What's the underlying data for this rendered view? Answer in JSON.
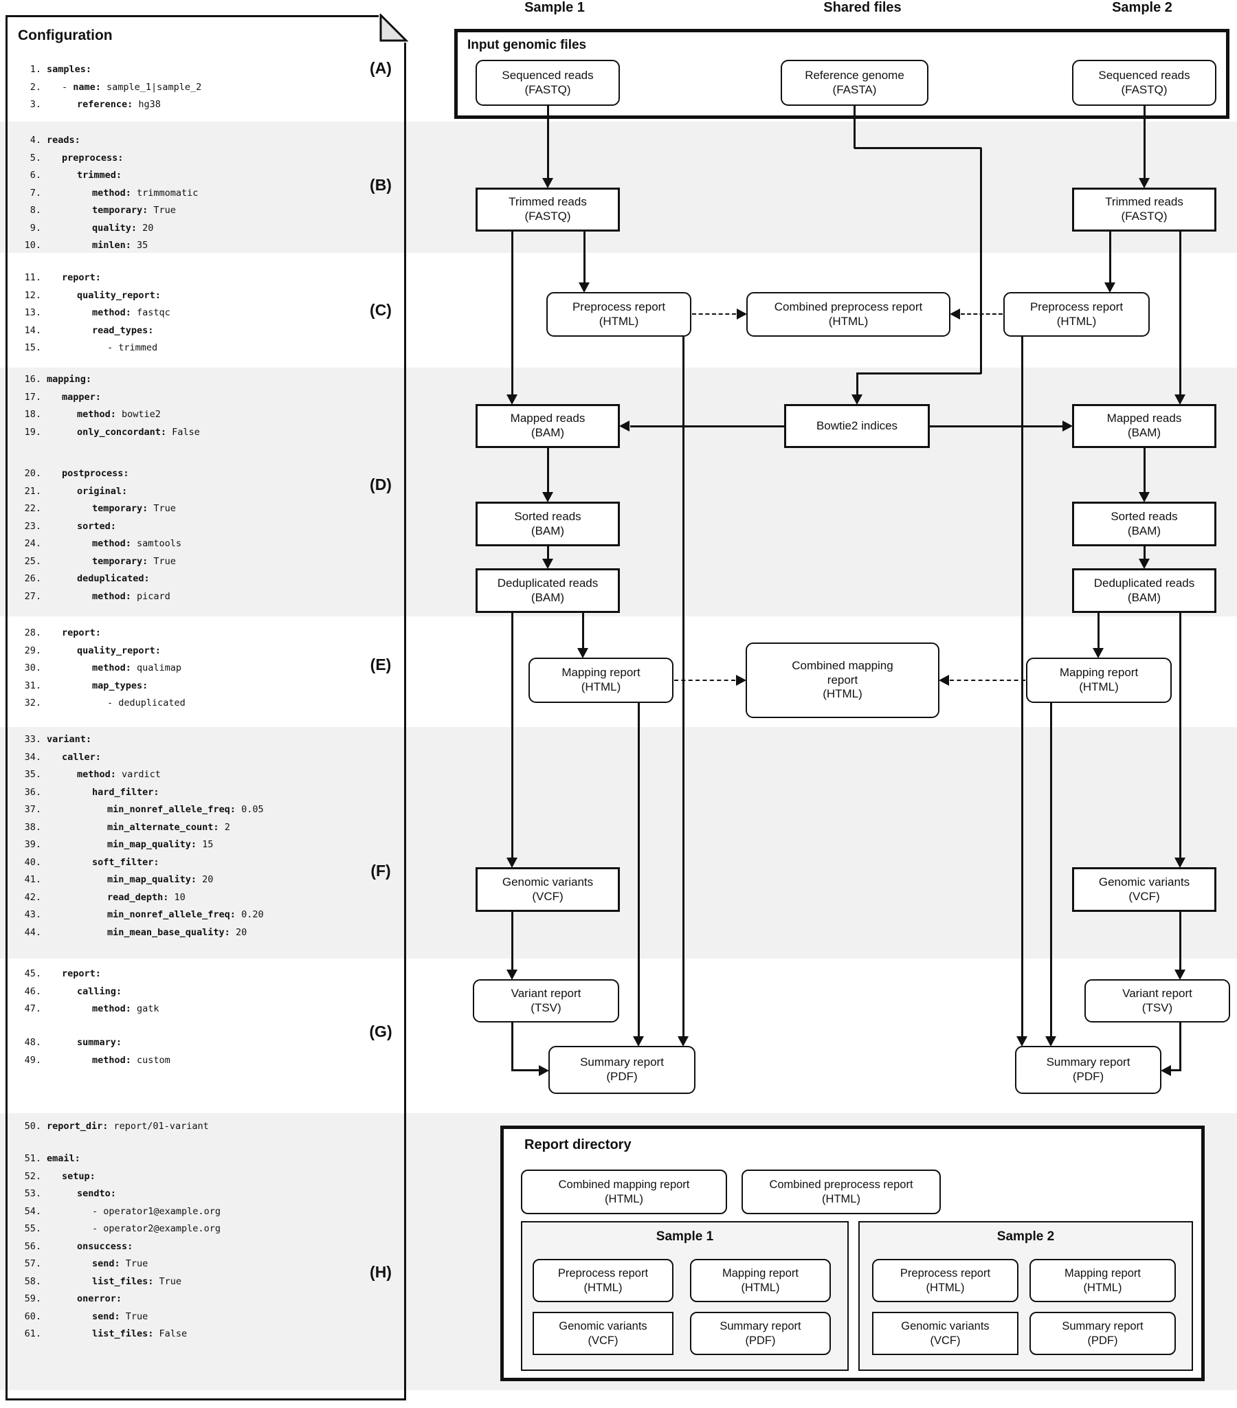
{
  "config": {
    "title": "Configuration",
    "groups": [
      [
        {
          "n": "1",
          "ind": 0,
          "dash": false,
          "k": "samples:",
          "v": ""
        },
        {
          "n": "2",
          "ind": 1,
          "dash": true,
          "k": "name:",
          "v": "sample_1|sample_2"
        },
        {
          "n": "3",
          "ind": 2,
          "dash": false,
          "k": "reference:",
          "v": "hg38"
        }
      ],
      [
        {
          "n": "4",
          "ind": 0,
          "dash": false,
          "k": "reads:",
          "v": ""
        },
        {
          "n": "5",
          "ind": 1,
          "dash": false,
          "k": "preprocess:",
          "v": ""
        },
        {
          "n": "6",
          "ind": 2,
          "dash": false,
          "k": "trimmed:",
          "v": ""
        },
        {
          "n": "7",
          "ind": 3,
          "dash": false,
          "k": "method:",
          "v": "trimmomatic"
        },
        {
          "n": "8",
          "ind": 3,
          "dash": false,
          "k": "temporary:",
          "v": "True"
        },
        {
          "n": "9",
          "ind": 3,
          "dash": false,
          "k": "quality:",
          "v": "20"
        },
        {
          "n": "10",
          "ind": 3,
          "dash": false,
          "k": "minlen:",
          "v": "35"
        }
      ],
      [
        {
          "n": "11",
          "ind": 1,
          "dash": false,
          "k": "report:",
          "v": ""
        },
        {
          "n": "12",
          "ind": 2,
          "dash": false,
          "k": "quality_report:",
          "v": ""
        },
        {
          "n": "13",
          "ind": 3,
          "dash": false,
          "k": "method:",
          "v": "fastqc"
        },
        {
          "n": "14",
          "ind": 3,
          "dash": false,
          "k": "read_types:",
          "v": ""
        },
        {
          "n": "15",
          "ind": 4,
          "dash": true,
          "k": "",
          "v": "trimmed"
        }
      ],
      [
        {
          "n": "16",
          "ind": 0,
          "dash": false,
          "k": "mapping:",
          "v": ""
        },
        {
          "n": "17",
          "ind": 1,
          "dash": false,
          "k": "mapper:",
          "v": ""
        },
        {
          "n": "18",
          "ind": 2,
          "dash": false,
          "k": "method:",
          "v": "bowtie2"
        },
        {
          "n": "19",
          "ind": 2,
          "dash": false,
          "k": "only_concordant:",
          "v": "False"
        }
      ],
      [
        {
          "n": "20",
          "ind": 1,
          "dash": false,
          "k": "postprocess:",
          "v": ""
        },
        {
          "n": "21",
          "ind": 2,
          "dash": false,
          "k": "original:",
          "v": ""
        },
        {
          "n": "22",
          "ind": 3,
          "dash": false,
          "k": "temporary:",
          "v": "True"
        },
        {
          "n": "23",
          "ind": 2,
          "dash": false,
          "k": "sorted:",
          "v": ""
        },
        {
          "n": "24",
          "ind": 3,
          "dash": false,
          "k": "method:",
          "v": "samtools"
        },
        {
          "n": "25",
          "ind": 3,
          "dash": false,
          "k": "temporary:",
          "v": "True"
        },
        {
          "n": "26",
          "ind": 2,
          "dash": false,
          "k": "deduplicated:",
          "v": ""
        },
        {
          "n": "27",
          "ind": 3,
          "dash": false,
          "k": "method:",
          "v": "picard"
        }
      ],
      [
        {
          "n": "28",
          "ind": 1,
          "dash": false,
          "k": "report:",
          "v": ""
        },
        {
          "n": "29",
          "ind": 2,
          "dash": false,
          "k": "quality_report:",
          "v": ""
        },
        {
          "n": "30",
          "ind": 3,
          "dash": false,
          "k": "method:",
          "v": "qualimap"
        },
        {
          "n": "31",
          "ind": 3,
          "dash": false,
          "k": "map_types:",
          "v": ""
        },
        {
          "n": "32",
          "ind": 4,
          "dash": true,
          "k": "",
          "v": "deduplicated"
        }
      ],
      [
        {
          "n": "33",
          "ind": 0,
          "dash": false,
          "k": "variant:",
          "v": ""
        },
        {
          "n": "34",
          "ind": 1,
          "dash": false,
          "k": "caller:",
          "v": ""
        },
        {
          "n": "35",
          "ind": 2,
          "dash": false,
          "k": "method:",
          "v": "vardict"
        },
        {
          "n": "36",
          "ind": 3,
          "dash": false,
          "k": "hard_filter:",
          "v": ""
        },
        {
          "n": "37",
          "ind": 4,
          "dash": false,
          "k": "min_nonref_allele_freq:",
          "v": "0.05"
        },
        {
          "n": "38",
          "ind": 4,
          "dash": false,
          "k": "min_alternate_count:",
          "v": "2"
        },
        {
          "n": "39",
          "ind": 4,
          "dash": false,
          "k": "min_map_quality:",
          "v": "15"
        },
        {
          "n": "40",
          "ind": 3,
          "dash": false,
          "k": "soft_filter:",
          "v": ""
        },
        {
          "n": "41",
          "ind": 4,
          "dash": false,
          "k": "min_map_quality:",
          "v": "20"
        },
        {
          "n": "42",
          "ind": 4,
          "dash": false,
          "k": "read_depth:",
          "v": "10"
        },
        {
          "n": "43",
          "ind": 4,
          "dash": false,
          "k": "min_nonref_allele_freq:",
          "v": "0.20"
        },
        {
          "n": "44",
          "ind": 4,
          "dash": false,
          "k": "min_mean_base_quality:",
          "v": "20"
        }
      ],
      [
        {
          "n": "45",
          "ind": 1,
          "dash": false,
          "k": "report:",
          "v": ""
        },
        {
          "n": "46",
          "ind": 2,
          "dash": false,
          "k": "calling:",
          "v": ""
        },
        {
          "n": "47",
          "ind": 3,
          "dash": false,
          "k": "method:",
          "v": "gatk"
        }
      ],
      [
        {
          "n": "48",
          "ind": 2,
          "dash": false,
          "k": "summary:",
          "v": ""
        },
        {
          "n": "49",
          "ind": 3,
          "dash": false,
          "k": "method:",
          "v": "custom"
        }
      ],
      [
        {
          "n": "50",
          "ind": 0,
          "dash": false,
          "k": "report_dir:",
          "v": "report/01-variant"
        }
      ],
      [
        {
          "n": "51",
          "ind": 0,
          "dash": false,
          "k": "email:",
          "v": ""
        },
        {
          "n": "52",
          "ind": 1,
          "dash": false,
          "k": "setup:",
          "v": ""
        },
        {
          "n": "53",
          "ind": 2,
          "dash": false,
          "k": "sendto:",
          "v": ""
        },
        {
          "n": "54",
          "ind": 3,
          "dash": true,
          "k": "",
          "v": "operator1@example.org"
        },
        {
          "n": "55",
          "ind": 3,
          "dash": true,
          "k": "",
          "v": "operator2@example.org"
        },
        {
          "n": "56",
          "ind": 2,
          "dash": false,
          "k": "onsuccess:",
          "v": ""
        },
        {
          "n": "57",
          "ind": 3,
          "dash": false,
          "k": "send:",
          "v": "True"
        },
        {
          "n": "58",
          "ind": 3,
          "dash": false,
          "k": "list_files:",
          "v": "True"
        },
        {
          "n": "59",
          "ind": 2,
          "dash": false,
          "k": "onerror:",
          "v": ""
        },
        {
          "n": "60",
          "ind": 3,
          "dash": false,
          "k": "send:",
          "v": "True"
        },
        {
          "n": "61",
          "ind": 3,
          "dash": false,
          "k": "list_files:",
          "v": "False"
        }
      ]
    ]
  },
  "diagram": {
    "column_headers": [
      "Sample 1",
      "Shared files",
      "Sample 2"
    ],
    "input_container_label": "Input genomic files",
    "section_labels": [
      "(A)",
      "(B)",
      "(C)",
      "(D)",
      "(E)",
      "(F)",
      "(G)",
      "(H)"
    ],
    "nodes": {
      "s1_seq": [
        "Sequenced reads",
        "(FASTQ)"
      ],
      "s1_trim": [
        "Trimmed reads",
        "(FASTQ)"
      ],
      "s1_preproc_rpt": [
        "Preprocess report",
        "(HTML)"
      ],
      "s1_mapped": [
        "Mapped reads",
        "(BAM)"
      ],
      "s1_sorted": [
        "Sorted reads",
        "(BAM)"
      ],
      "s1_dedup": [
        "Deduplicated reads",
        "(BAM)"
      ],
      "s1_map_rpt": [
        "Mapping report",
        "(HTML)"
      ],
      "s1_variants": [
        "Genomic variants",
        "(VCF)"
      ],
      "s1_var_rpt": [
        "Variant report",
        "(TSV)"
      ],
      "s1_summary": [
        "Summary report",
        "(PDF)"
      ],
      "ref_genome": [
        "Reference genome",
        "(FASTA)"
      ],
      "comb_preproc_rpt": [
        "Combined preprocess report",
        "(HTML)"
      ],
      "bowtie_idx": [
        "Bowtie2 indices"
      ],
      "comb_map_rpt": [
        "Combined mapping",
        "report",
        "(HTML)"
      ],
      "s2_seq": [
        "Sequenced reads",
        "(FASTQ)"
      ],
      "s2_trim": [
        "Trimmed reads",
        "(FASTQ)"
      ],
      "s2_preproc_rpt": [
        "Preprocess report",
        "(HTML)"
      ],
      "s2_mapped": [
        "Mapped reads",
        "(BAM)"
      ],
      "s2_sorted": [
        "Sorted reads",
        "(BAM)"
      ],
      "s2_dedup": [
        "Deduplicated reads",
        "(BAM)"
      ],
      "s2_map_rpt": [
        "Mapping report",
        "(HTML)"
      ],
      "s2_variants": [
        "Genomic variants",
        "(VCF)"
      ],
      "s2_var_rpt": [
        "Variant report",
        "(TSV)"
      ],
      "s2_summary": [
        "Summary report",
        "(PDF)"
      ]
    },
    "report_directory": {
      "title": "Report directory",
      "top_items": [
        {
          "lines": [
            "Combined mapping report",
            "(HTML)"
          ],
          "shape": "rounded"
        },
        {
          "lines": [
            "Combined preprocess report",
            "(HTML)"
          ],
          "shape": "rounded"
        }
      ],
      "samples": [
        {
          "title": "Sample 1",
          "items": [
            {
              "lines": [
                "Preprocess report",
                "(HTML)"
              ],
              "shape": "rounded"
            },
            {
              "lines": [
                "Mapping report",
                "(HTML)"
              ],
              "shape": "rounded"
            },
            {
              "lines": [
                "Genomic variants",
                "(VCF)"
              ],
              "shape": "rect"
            },
            {
              "lines": [
                "Summary report",
                "(PDF)"
              ],
              "shape": "rounded"
            }
          ]
        },
        {
          "title": "Sample 2",
          "items": [
            {
              "lines": [
                "Preprocess report",
                "(HTML)"
              ],
              "shape": "rounded"
            },
            {
              "lines": [
                "Mapping report",
                "(HTML)"
              ],
              "shape": "rounded"
            },
            {
              "lines": [
                "Genomic variants",
                "(VCF)"
              ],
              "shape": "rect"
            },
            {
              "lines": [
                "Summary report",
                "(PDF)"
              ],
              "shape": "rounded"
            }
          ]
        }
      ]
    }
  },
  "colors": {
    "line": "#111111",
    "band": "#f1f1f1",
    "sample_fill": "#f4f4f4",
    "fold_fill": "#e3e3e3"
  }
}
